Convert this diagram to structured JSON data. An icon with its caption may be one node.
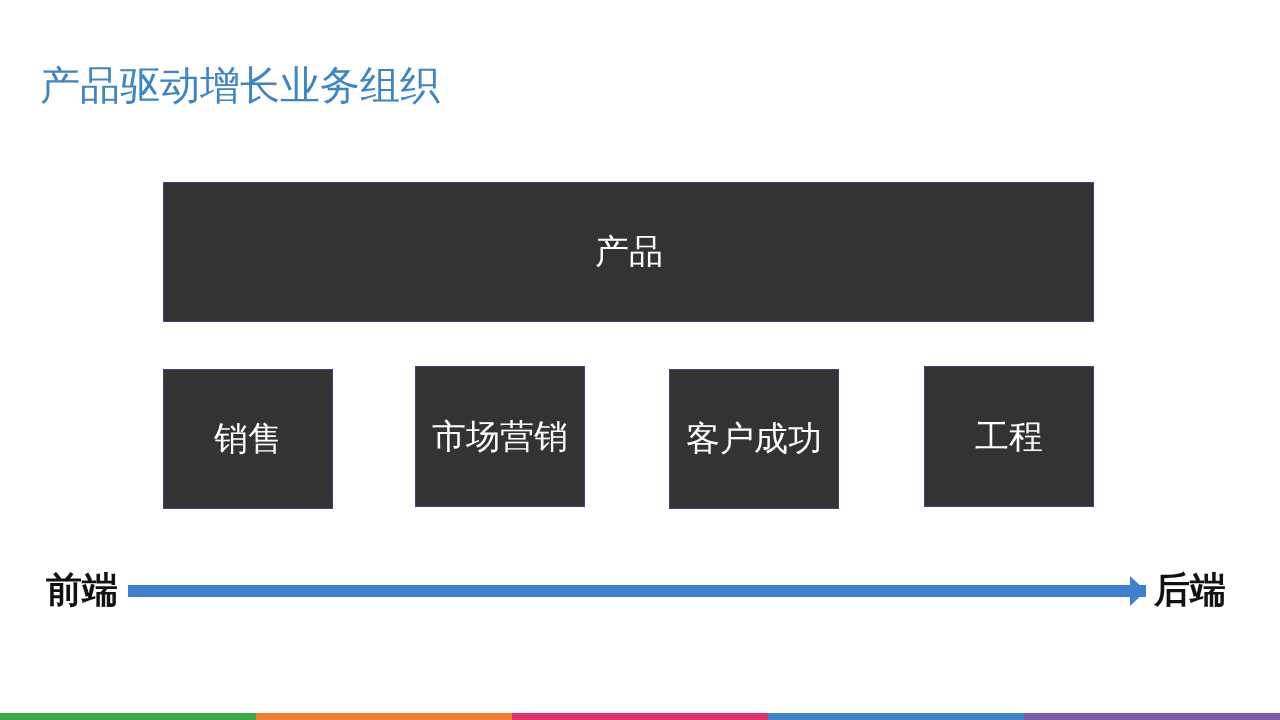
{
  "diagram": {
    "title": "产品驱动增长业务组织",
    "nodes": [
      {
        "text": [
          "产品"
        ]
      },
      {
        "text": [
          "销售"
        ]
      },
      {
        "text": [
          "市场营销"
        ]
      },
      {
        "text": [
          "客户成功"
        ]
      },
      {
        "text": [
          "工程"
        ]
      },
      {
        "text": [
          "前端"
        ]
      },
      {
        "text": [
          "后端"
        ]
      }
    ],
    "edges": [
      {
        "from": 5,
        "to": 6,
        "arrow": "to"
      }
    ]
  }
}
